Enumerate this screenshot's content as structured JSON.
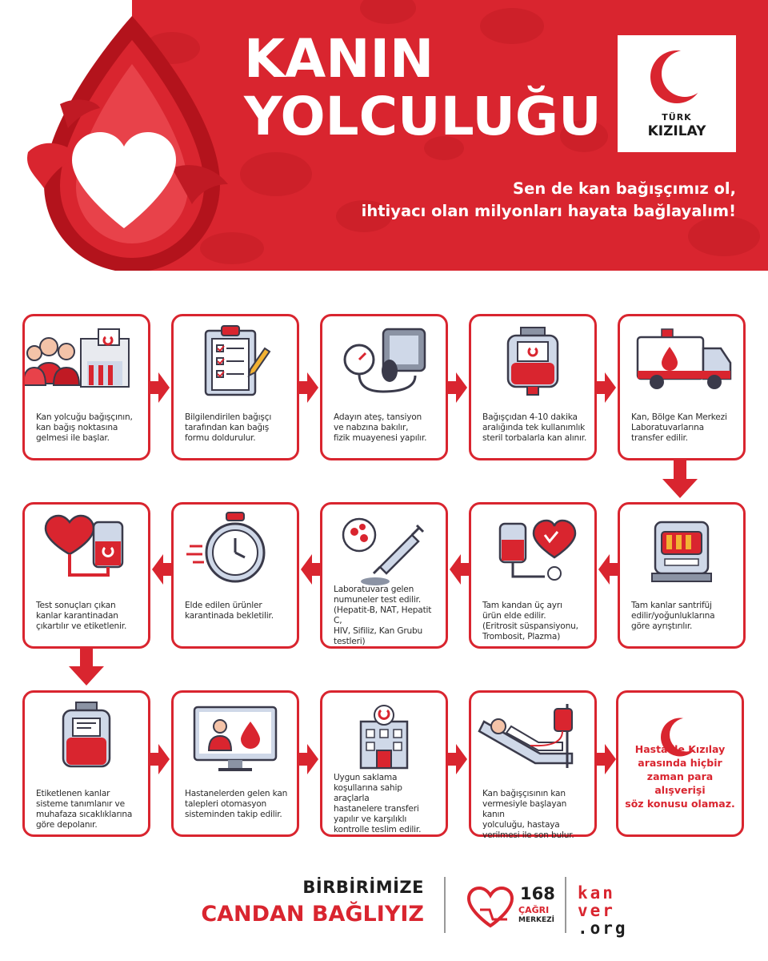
{
  "header": {
    "title_line1": "KANIN",
    "title_line2": "YOLCULUĞU",
    "slogan_line1": "Sen de kan bağışçımız ol,",
    "slogan_line2": "ihtiyacı olan milyonları hayata bağlayalım!"
  },
  "logo": {
    "line1": "TÜRK",
    "line2": "KIZILAY"
  },
  "colors": {
    "brand_red": "#d9252f",
    "text_dark": "#2b2b2b"
  },
  "steps": [
    {
      "icon": "people-clinic-icon",
      "lines": [
        "Kan yolcuğu bağışçının,",
        "kan bağış noktasına",
        "gelmesi ile başlar."
      ]
    },
    {
      "icon": "clipboard-form-icon",
      "lines": [
        "Bilgilendirilen bağışçı",
        "tarafından kan bağış",
        "formu doldurulur."
      ]
    },
    {
      "icon": "blood-pressure-icon",
      "lines": [
        "Adayın ateş, tansiyon",
        "ve nabzına bakılır,",
        "fizik muayenesi yapılır."
      ]
    },
    {
      "icon": "blood-bag-icon",
      "lines": [
        "Bağışçıdan 4-10 dakika",
        "aralığında tek kullanımlık",
        "steril torbalarla kan alınır."
      ]
    },
    {
      "icon": "transfer-truck-icon",
      "lines": [
        "Kan, Bölge Kan Merkezi",
        "Laboratuvarlarına",
        "transfer edilir."
      ]
    },
    {
      "icon": "centrifuge-icon",
      "lines": [
        "Tam kanlar santrifüj",
        "edilir/yoğunluklarına",
        "göre ayrıştırılır."
      ]
    },
    {
      "icon": "blood-components-icon",
      "lines": [
        "Tam kandan üç ayrı",
        "ürün elde edilir.",
        "(Eritrosit süspansiyonu,",
        "Trombosit, Plazma)"
      ]
    },
    {
      "icon": "lab-test-icon",
      "lines": [
        "Laboratuvara gelen",
        "numuneler test edilir.",
        "(Hepatit-B, NAT, Hepatit C,",
        "HIV, Sifiliz, Kan Grubu",
        "testleri)"
      ]
    },
    {
      "icon": "stopwatch-icon",
      "lines": [
        "Elde edilen ürünler",
        "karantinada bekletilir."
      ]
    },
    {
      "icon": "heart-blood-bag-icon",
      "lines": [
        "Test sonuçları çıkan",
        "kanlar karantinadan",
        "çıkartılır ve etiketlenir."
      ]
    },
    {
      "icon": "labeled-bag-icon",
      "lines": [
        "Etiketlenen kanlar",
        "sisteme tanımlanır ve",
        "muhafaza sıcaklıklarına",
        "göre depolanır."
      ]
    },
    {
      "icon": "monitor-icon",
      "lines": [
        "Hastanelerden gelen kan",
        "talepleri otomasyon",
        "sisteminden takip edilir."
      ]
    },
    {
      "icon": "hospital-icon",
      "lines": [
        "Uygun saklama",
        "koşullarına sahip araçlarla",
        "hastanelere transferi",
        "yapılır ve karşılıklı",
        "kontrolle teslim edilir."
      ]
    },
    {
      "icon": "patient-transfusion-icon",
      "lines": [
        "Kan bağışçısının kan",
        "vermesiyle başlayan kanın",
        "yolculuğu, hastaya",
        "verilmesi ile son bulur."
      ]
    }
  ],
  "final_box": {
    "icon": "crescent-icon",
    "lines": [
      "Hasta ile Kızılay",
      "arasında hiçbir",
      "zaman para",
      "alışverişi",
      "söz konusu olamaz."
    ]
  },
  "footer": {
    "line1": "BİRBİRİMİZE",
    "line2": "CANDAN BAĞLIYIZ",
    "call_number": "168",
    "call_line1": "ÇAĞRI",
    "call_line2": "MERKEZİ",
    "site_line1": "kan",
    "site_line2": "ver",
    "site_line3": ".org"
  }
}
